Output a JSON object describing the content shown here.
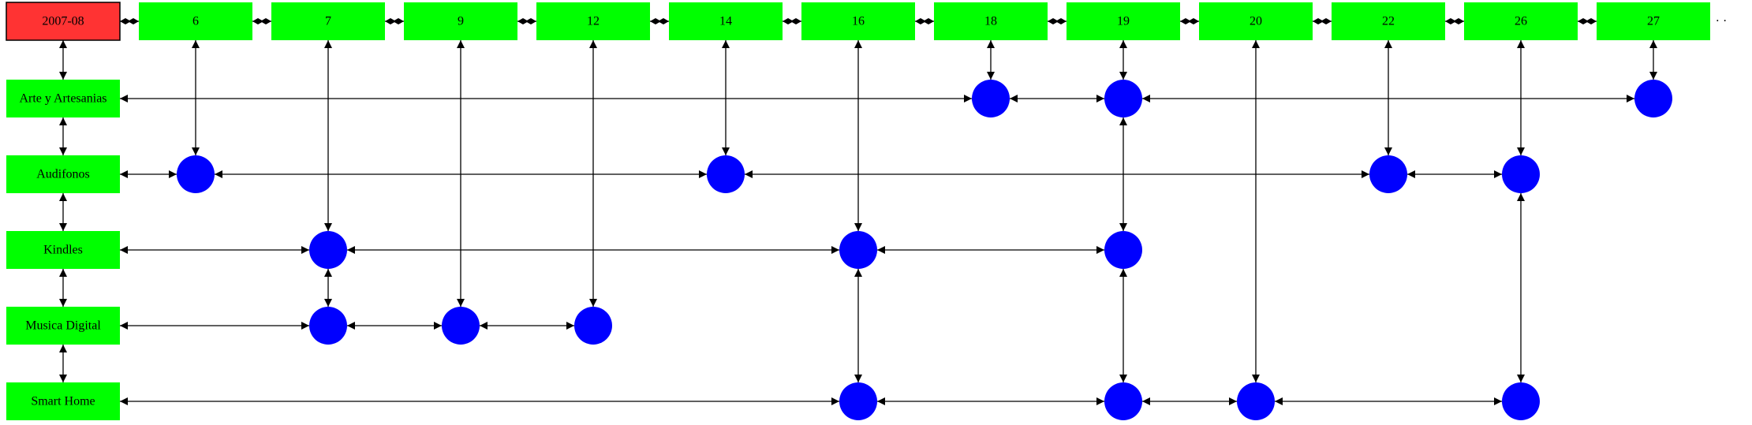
{
  "diagram": {
    "period": "2007-08",
    "days": [
      "6",
      "7",
      "9",
      "12",
      "14",
      "16",
      "18",
      "19",
      "20",
      "22",
      "26",
      "27"
    ],
    "ellipsis": "· ·",
    "categories": [
      "Arte y Artesanias",
      "Audifonos",
      "Kindles",
      "Musica Digital",
      "Smart Home"
    ],
    "nodes": [
      {
        "category": "Arte y Artesanias",
        "day": "18"
      },
      {
        "category": "Arte y Artesanias",
        "day": "19"
      },
      {
        "category": "Arte y Artesanias",
        "day": "27"
      },
      {
        "category": "Audifonos",
        "day": "6"
      },
      {
        "category": "Audifonos",
        "day": "14"
      },
      {
        "category": "Audifonos",
        "day": "22"
      },
      {
        "category": "Audifonos",
        "day": "26"
      },
      {
        "category": "Kindles",
        "day": "7"
      },
      {
        "category": "Kindles",
        "day": "16"
      },
      {
        "category": "Kindles",
        "day": "19"
      },
      {
        "category": "Musica Digital",
        "day": "7"
      },
      {
        "category": "Musica Digital",
        "day": "9"
      },
      {
        "category": "Musica Digital",
        "day": "12"
      },
      {
        "category": "Smart Home",
        "day": "16"
      },
      {
        "category": "Smart Home",
        "day": "19"
      },
      {
        "category": "Smart Home",
        "day": "20"
      },
      {
        "category": "Smart Home",
        "day": "26"
      }
    ],
    "colors": {
      "period_fill": "#ff3333",
      "header_fill": "#00ff00",
      "node_fill": "#0000ff",
      "edge": "#000000"
    }
  }
}
